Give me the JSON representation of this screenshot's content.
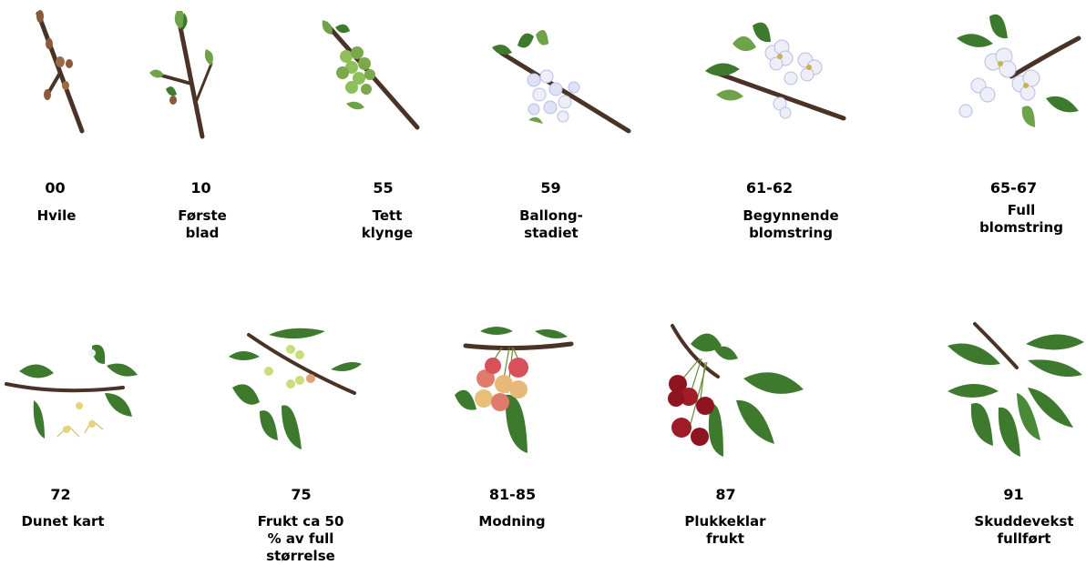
{
  "colors": {
    "branch": "#4a3326",
    "leaf": "#3e7a2e",
    "leaf_light": "#6fa34a",
    "bud": "#8a5a3a",
    "green_bud": "#8fbf5a",
    "blossom": "#eeeef8",
    "blossom_tint": "#b9bde6",
    "cherry_red": "#8e1420",
    "cherry_blush": "#e07a6a",
    "cherry_yellow": "#e8d27a"
  },
  "stages": [
    {
      "code": "00",
      "label": "Hvile",
      "illustration": "dormant-bud-branch"
    },
    {
      "code": "10",
      "label": "Første\nblad",
      "illustration": "first-leaf-branch"
    },
    {
      "code": "55",
      "label": "Tett\nklynge",
      "illustration": "tight-cluster-branch"
    },
    {
      "code": "59",
      "label": "Ballong-\nstadiet",
      "illustration": "balloon-stage-branch"
    },
    {
      "code": "61-62",
      "label": "Begynnende\nblomstring",
      "illustration": "beginning-bloom-branch"
    },
    {
      "code": "65-67",
      "label": "Full\nblomstring",
      "illustration": "full-bloom-branch"
    },
    {
      "code": "72",
      "label": "Dunet kart",
      "illustration": "young-fruit-branch"
    },
    {
      "code": "75",
      "label": "Frukt ca 50\n% av full\nstørrelse",
      "illustration": "half-size-fruit-branch"
    },
    {
      "code": "81-85",
      "label": "Modning",
      "illustration": "ripening-cherries-branch"
    },
    {
      "code": "87",
      "label": "Plukkeklar\nfrukt",
      "illustration": "ripe-cherries-branch"
    },
    {
      "code": "91",
      "label": "Skuddevekst\nfullført",
      "illustration": "shoot-growth-branch"
    }
  ]
}
